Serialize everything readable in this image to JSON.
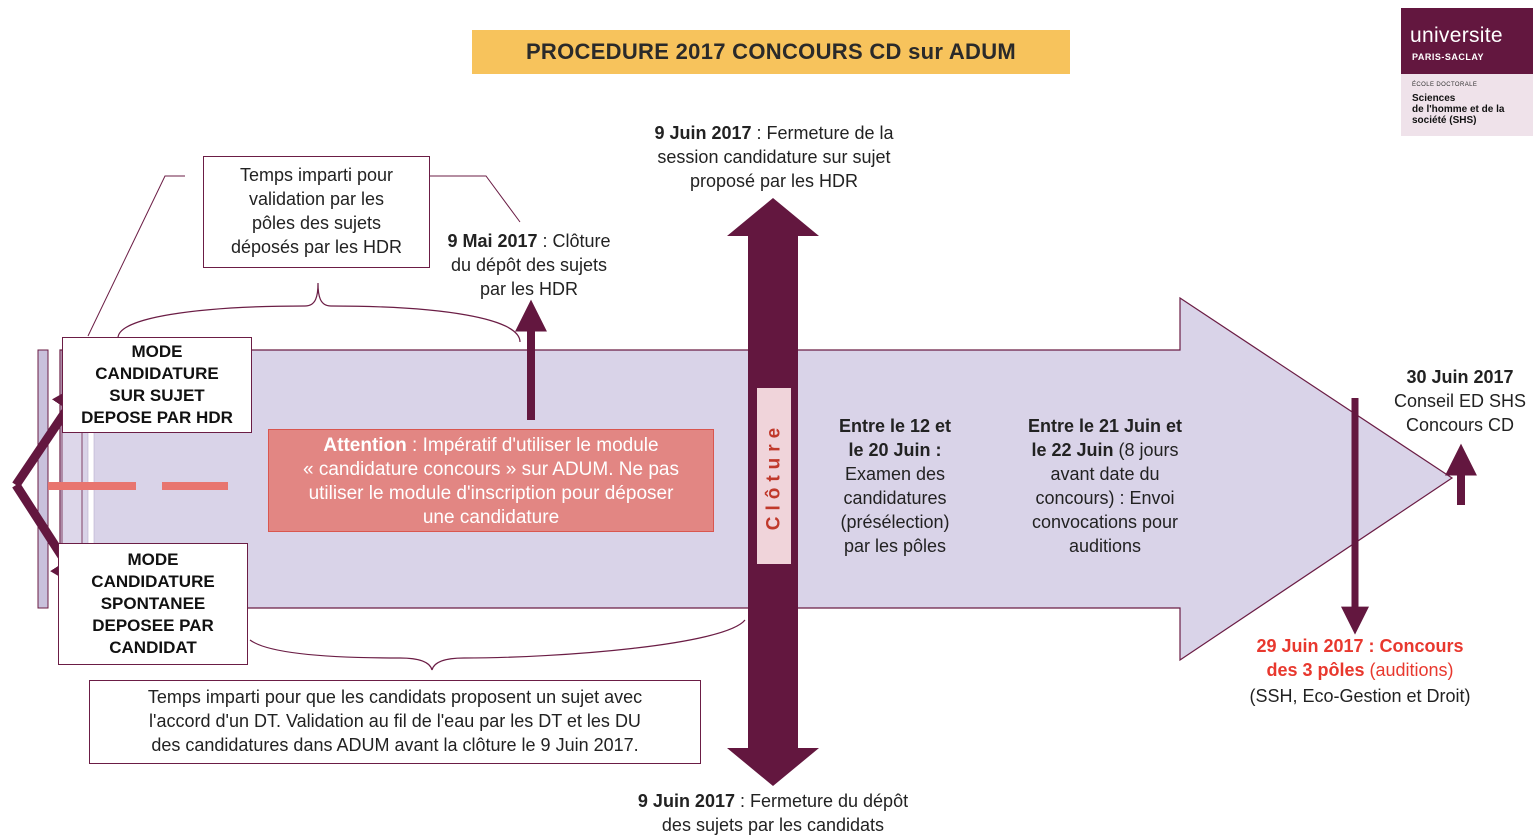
{
  "title": "PROCEDURE 2017 CONCOURS CD sur ADUM",
  "logo": {
    "wordmark": "universite",
    "subtitle": "PARIS-SACLAY",
    "ecole": "ÉCOLE DOCTORALE",
    "name_lines": [
      "Sciences",
      "de l'homme et de la",
      "société (SHS)"
    ]
  },
  "colors": {
    "plum": "#63173f",
    "arrow_fill": "#d9d3e8",
    "title_bg": "#f7c35c",
    "attention_bg": "#e28683",
    "dash_red": "#e8756f",
    "highlight_red": "#e8382e"
  },
  "boxes": {
    "hdr_time": [
      "Temps imparti pour",
      "validation par les",
      "pôles des sujets",
      "déposés par les HDR"
    ],
    "candidate_time": [
      "Temps imparti pour que les candidats proposent un sujet avec",
      "l'accord d'un DT. Validation au fil de l'eau par les DT et les DU",
      "des candidatures dans ADUM avant la clôture le 9 Juin 2017."
    ]
  },
  "modes": {
    "hdr": [
      "MODE",
      "CANDIDATURE",
      "SUR SUJET",
      "DEPOSE PAR HDR"
    ],
    "spontaneous": [
      "MODE",
      "CANDIDATURE",
      "SPONTANEE",
      "DEPOSEE PAR",
      "CANDIDAT"
    ]
  },
  "attention": {
    "bold": "Attention",
    "line1_rest": " : Impératif d'utiliser le module",
    "lines": [
      "« candidature concours » sur ADUM. Ne pas",
      "utiliser le module d'inscription pour déposer",
      "une candidature"
    ]
  },
  "milestones": {
    "may9": {
      "date": "9 Mai 2017",
      "rest": " : Clôture",
      "lines": [
        "du dépôt des sujets",
        "par les HDR"
      ]
    },
    "june9_top": {
      "date": "9 Juin 2017",
      "rest": " : Fermeture de la",
      "lines": [
        "session candidature sur sujet",
        "proposé par les HDR"
      ]
    },
    "june9_bottom": {
      "date": "9 Juin 2017",
      "rest": " : Fermeture du dépôt",
      "lines": [
        "des sujets par les candidats"
      ]
    },
    "cloture_label": "Clôture",
    "june12_20": {
      "bold_lines": [
        "Entre le 12 et",
        "le 20 Juin :"
      ],
      "lines": [
        "Examen des",
        "candidatures",
        "(présélection)",
        "par les pôles"
      ]
    },
    "june21_22": {
      "bold_lines": [
        "Entre le 21 Juin et",
        "le 22 Juin"
      ],
      "first_rest": " (8 jours",
      "lines": [
        "avant date du",
        "concours) : Envoi",
        "convocations pour",
        "auditions"
      ]
    },
    "june29": {
      "bold_lines": [
        "29 Juin 2017 : Concours",
        "des 3 pôles"
      ],
      "rest": " (auditions)",
      "lines": [
        "(SSH, Eco-Gestion et Droit)"
      ]
    },
    "june30": {
      "date": "30 Juin 2017",
      "lines": [
        "Conseil ED SHS",
        "Concours CD"
      ]
    }
  }
}
